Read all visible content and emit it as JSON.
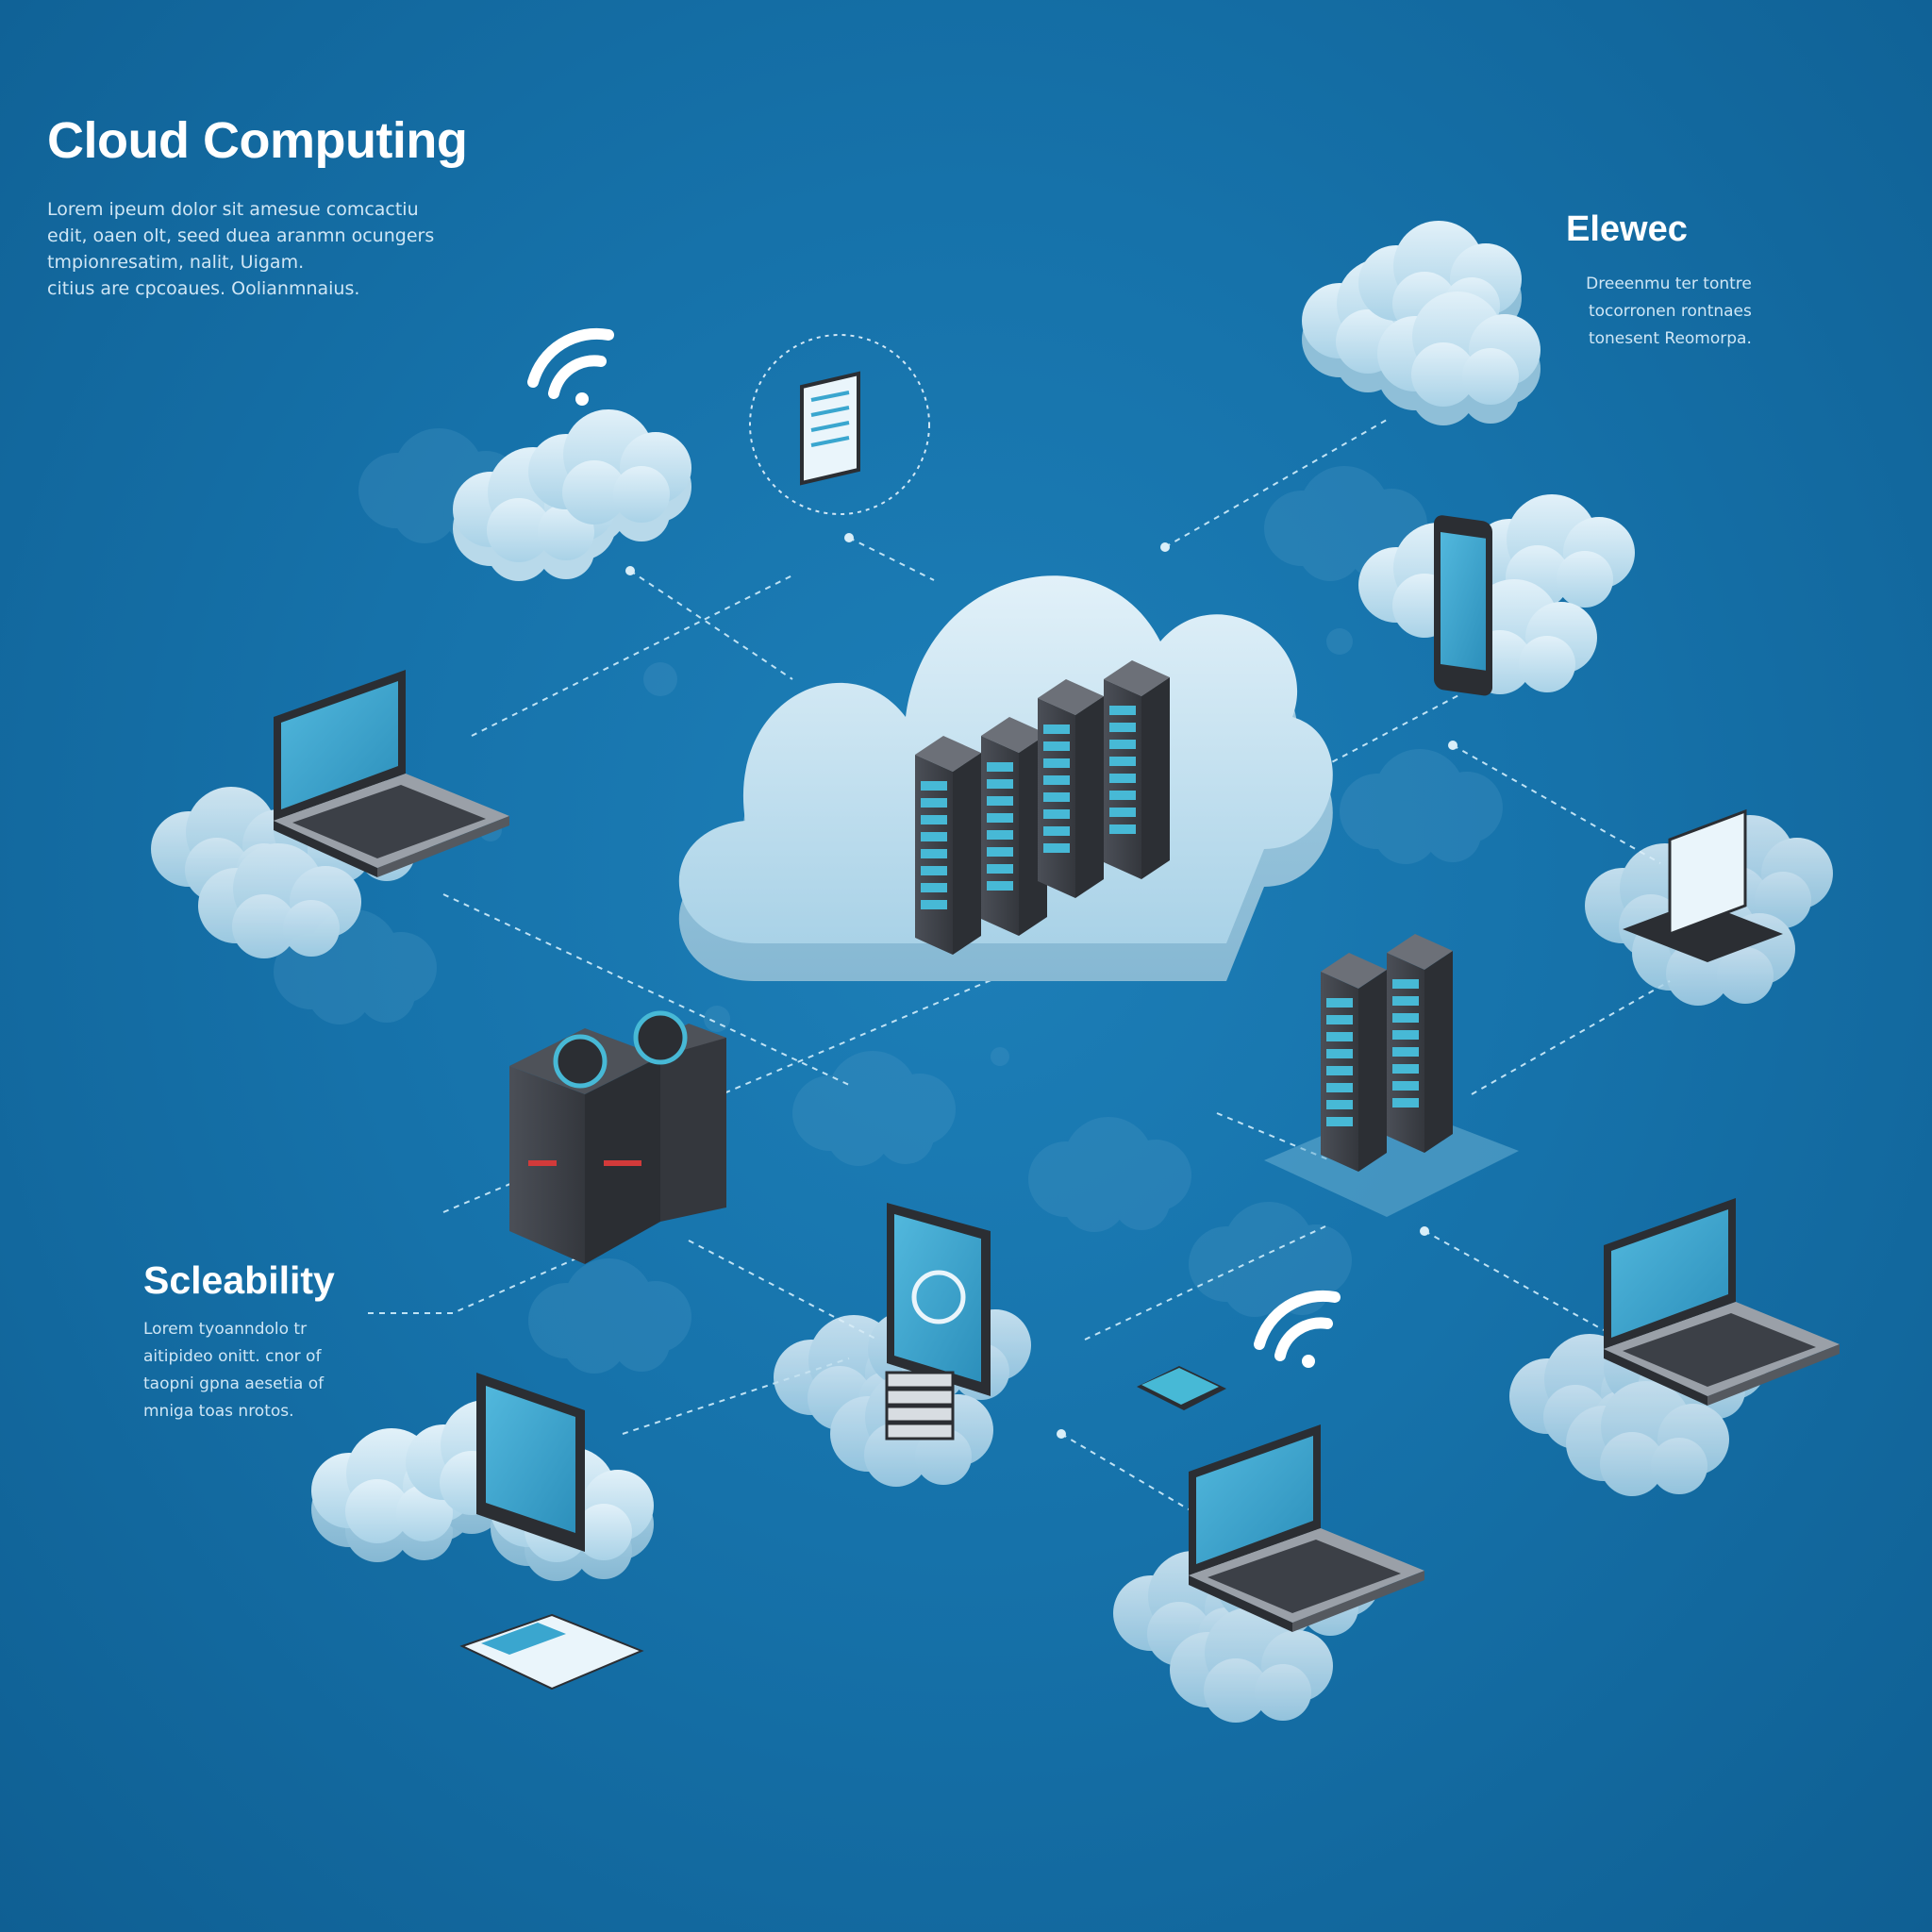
{
  "title_block": {
    "heading": "Cloud Computing",
    "lines": [
      "Lorem ipeum dolor sit amesue comcactiu",
      "edit, oaen olt, seed duea aranmn ocungers",
      "tmpionresatim, nalit, Uigam.",
      "citius are cpcoaues. Oolianmnaius."
    ]
  },
  "elastic_block": {
    "heading": "Elewec",
    "lines": [
      "Dreeenmu ter tontre",
      "tocorronen rontnaes",
      "tonesent Reomorpa."
    ]
  },
  "scale_block": {
    "heading": "Scleability",
    "lines": [
      "Lorem tyoanndolo tr",
      "aitipideo onitt. cnor of",
      "taopni gpna aesetia of",
      "mniga toas nrotos."
    ]
  },
  "colors": {
    "background": "#1672aa",
    "cloud_light": "#cfe6f2",
    "cloud_shade": "#9cc9e0",
    "device_dark": "#3a3d43",
    "screen": "#3aa6cf",
    "connector": "#bfe2f4"
  },
  "icons": [
    "central-cloud-icon",
    "server-rack-icon",
    "laptop-icon",
    "tablet-icon",
    "smartphone-icon",
    "wifi-icon",
    "document-icon",
    "monitor-icon"
  ]
}
